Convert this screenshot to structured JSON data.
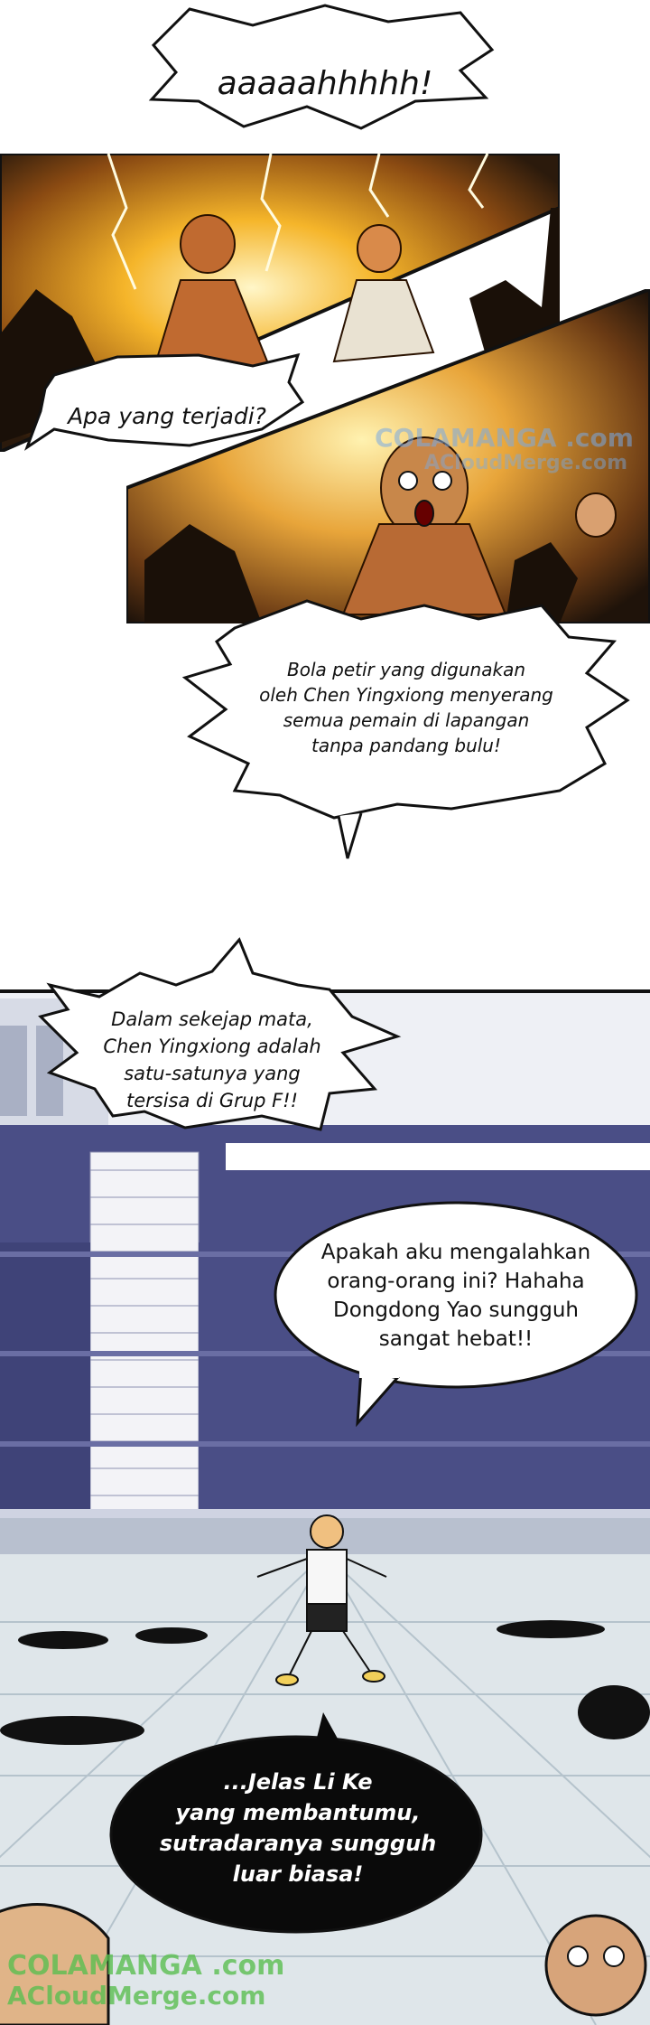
{
  "bubbles": {
    "scream": "aaaaahhhhh!",
    "what_happened": "Apa yang terjadi?",
    "lightning_ball_lines": [
      "Bola petir yang digunakan",
      "oleh Chen Yingxiong menyerang",
      "semua pemain di lapangan",
      "tanpa pandang bulu!"
    ],
    "blink_lines": [
      "Dalam sekejap mata,",
      "Chen Yingxiong adalah",
      "satu-satunya yang",
      "tersisa di Grup F!!"
    ],
    "did_i_defeat_lines": [
      "Apakah aku mengalahkan",
      "orang-orang ini? Hahaha",
      "Dongdong Yao sungguh",
      "sangat hebat!!"
    ],
    "li_ke_lines": [
      "...Jelas Li Ke",
      "yang membantumu,",
      "sutradaranya sungguh",
      "luar biasa!"
    ]
  },
  "watermarks": {
    "top_line1": "COLAMANGA .com",
    "top_line2": "ACloudMerge.com",
    "bottom_line1": "COLAMANGA .com",
    "bottom_line2": "ACloudMerge.com"
  },
  "colors": {
    "explosion": "#f5b52a",
    "dark_panel": "#2b1a0c",
    "stadium_seats": "#4a4e86",
    "floor": "#dfe6ea",
    "black_bubble": "#0a0a0a"
  }
}
